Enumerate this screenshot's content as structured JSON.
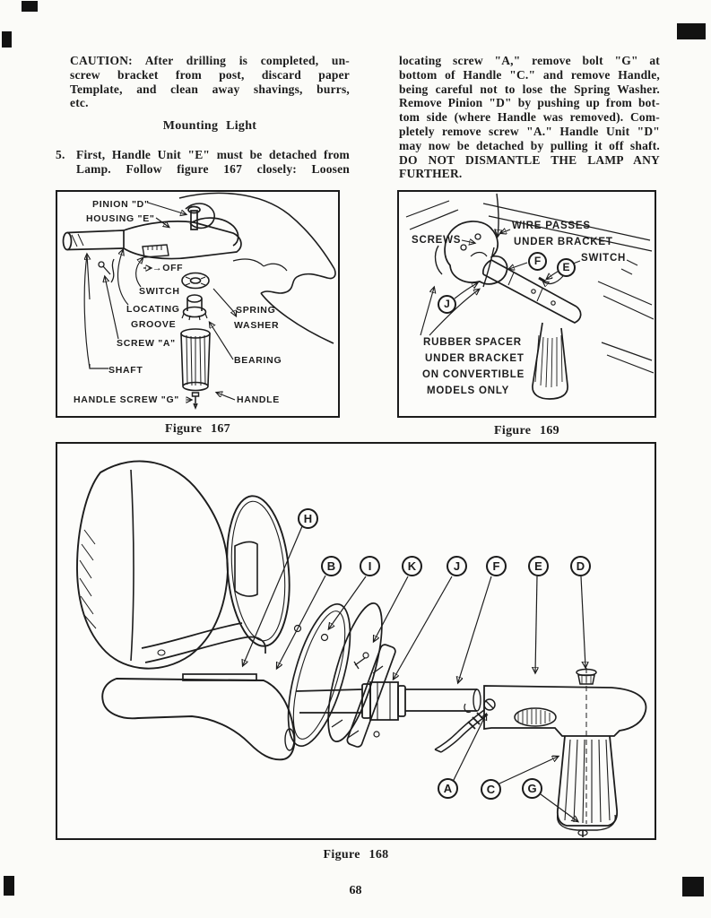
{
  "page": {
    "number": "68"
  },
  "colors": {
    "ink": "#1c1c1c",
    "paper": "#fbfbf8"
  },
  "left_column": {
    "caution_lines": [
      "CAUTION:  After drilling is completed, un-",
      "screw bracket from post, discard paper",
      "Template, and clean away shavings, burrs,",
      "etc."
    ],
    "heading": "Mounting Light",
    "item_number": "5.",
    "item_lines": [
      "First, Handle Unit \"E\" must be detached from",
      "Lamp.  Follow figure 167 closely:  Loosen"
    ]
  },
  "right_column": {
    "lines": [
      "locating screw \"A,\" remove bolt \"G\" at",
      "bottom of Handle \"C.\" and remove Handle,",
      "being careful not to lose the Spring Washer.",
      "Remove Pinion \"D\" by pushing up from bot-",
      "tom side (where Handle was removed). Com-",
      "pletely remove screw \"A.\" Handle Unit \"D\"",
      "may now be detached by pulling it off shaft.",
      "DO NOT DISMANTLE THE LAMP ANY",
      "FURTHER."
    ]
  },
  "fig167": {
    "caption": "Figure 167",
    "labels": {
      "pinion": "PINION \"D\"",
      "housing": "HOUSING \"E\"",
      "off": "→OFF",
      "switch": "SWITCH",
      "locating_1": "LOCATING",
      "locating_2": "GROOVE",
      "screw_a": "SCREW \"A\"",
      "shaft": "SHAFT",
      "handle_screw_g": "HANDLE SCREW \"G\"",
      "spring_1": "SPRING",
      "spring_2": "WASHER",
      "bearing": "BEARING",
      "handle": "HANDLE"
    }
  },
  "fig169": {
    "caption": "Figure 169",
    "labels": {
      "wire_1": "WIRE PASSES",
      "wire_2": "UNDER BRACKET",
      "screws": "SCREWS",
      "switch": "SWITCH",
      "spacer_1": "RUBBER SPACER",
      "spacer_2": "UNDER BRACKET",
      "spacer_3": "ON CONVERTIBLE",
      "spacer_4": "MODELS ONLY"
    },
    "callouts": [
      "F",
      "E",
      "J"
    ]
  },
  "fig168": {
    "caption": "Figure 168",
    "callouts": [
      "H",
      "B",
      "I",
      "K",
      "J",
      "F",
      "E",
      "D",
      "A",
      "C",
      "G"
    ]
  }
}
